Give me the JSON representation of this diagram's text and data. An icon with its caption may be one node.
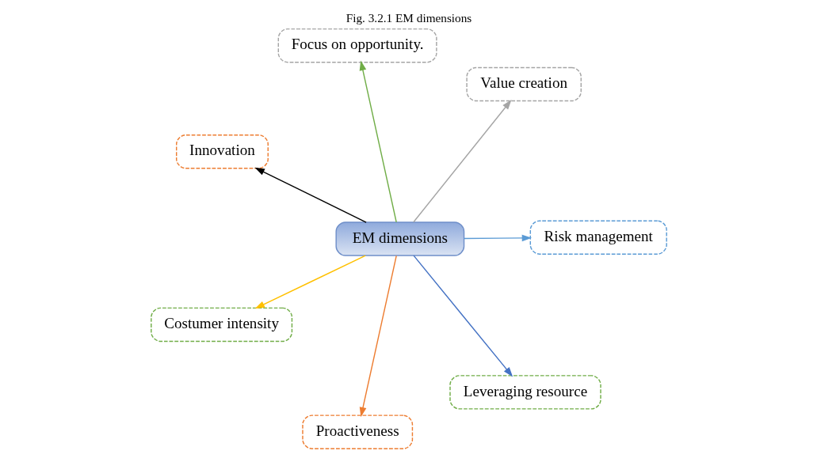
{
  "diagram": {
    "title": "Fig. 3.2.1 EM dimensions",
    "nodes": [
      {
        "text": [
          "EM dimensions"
        ]
      },
      {
        "text": [
          "Risk management"
        ]
      },
      {
        "text": [
          "Proactiveness"
        ]
      },
      {
        "text": [
          "Innovation"
        ]
      },
      {
        "text": [
          "Value creation"
        ]
      },
      {
        "text": [
          "Focus on opportunity."
        ]
      },
      {
        "text": [
          "Costumer intensity"
        ]
      },
      {
        "text": [
          "Leveraging resource"
        ]
      }
    ],
    "edges": [
      {
        "from": 0,
        "to": 1,
        "arrow": "to",
        "color": "#5b9bd5"
      },
      {
        "from": 0,
        "to": 2,
        "arrow": "to",
        "color": "#ed7d31"
      },
      {
        "from": 0,
        "to": 3,
        "arrow": "to",
        "color": "#000000"
      },
      {
        "from": 0,
        "to": 4,
        "arrow": "to",
        "color": "#a5a5a5"
      },
      {
        "from": 0,
        "to": 5,
        "arrow": "to",
        "color": "#70ad47"
      },
      {
        "from": 0,
        "to": 6,
        "arrow": "to",
        "color": "#ffc000"
      },
      {
        "from": 0,
        "to": 7,
        "arrow": "to",
        "color": "#4472c4"
      }
    ]
  }
}
